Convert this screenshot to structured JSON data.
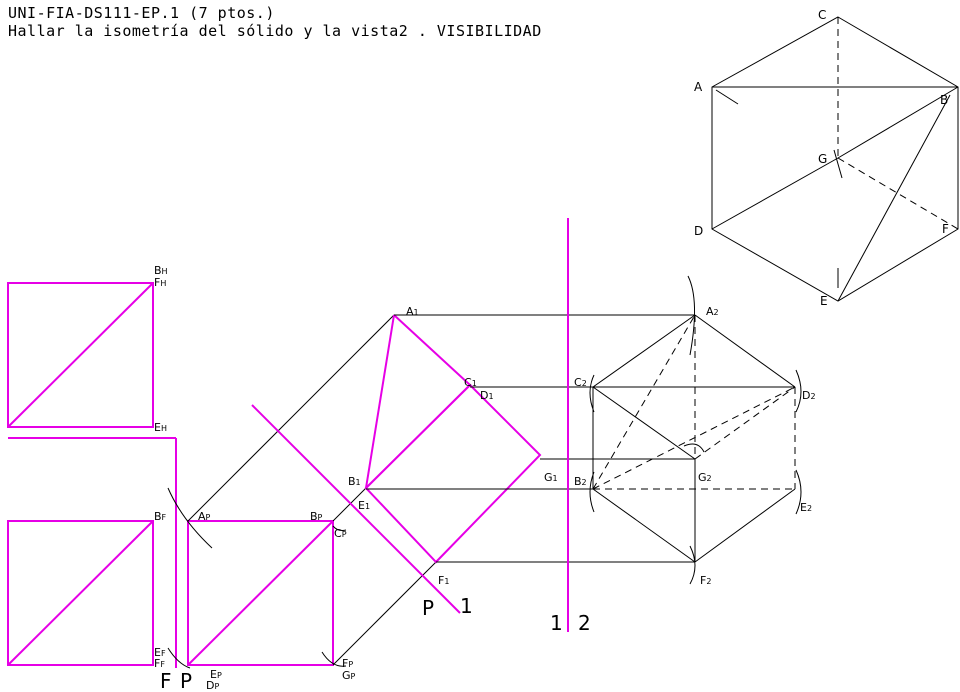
{
  "header": {
    "line1": "UNI-FIA-DS111-EP.1 (7 ptos.)",
    "line2": "Hallar la isometría del sólido y la vista2 . VISIBILIDAD"
  },
  "colors": {
    "construction": "#000000",
    "view_lines": "#e600e6"
  },
  "hex_view": {
    "labels": {
      "C": "C",
      "A": "A",
      "B": "B",
      "G": "G",
      "D": "D",
      "F": "F",
      "E": "E"
    }
  },
  "top_view": {
    "labels": {
      "bh": "B",
      "bh_sub": "H",
      "fh": "F",
      "fh_sub": "H",
      "eh": "E",
      "eh_sub": "H"
    }
  },
  "front_view": {
    "labels": {
      "bf": "B",
      "bf_sub": "F",
      "ef": "E",
      "ef_sub": "F",
      "ff": "F",
      "ff_sub": "F"
    }
  },
  "profile_view": {
    "labels": {
      "ap": "A",
      "ap_sub": "P",
      "bp": "B",
      "bp_sub": "P",
      "cp": "C",
      "cp_sub": "P",
      "ep": "E",
      "ep_sub": "P",
      "dp": "D",
      "dp_sub": "P",
      "fp": "F",
      "fp_sub": "P",
      "gp": "G",
      "gp_sub": "P"
    }
  },
  "view1": {
    "labels": {
      "a1": "A",
      "c1": "C",
      "d1": "D",
      "b1": "B",
      "e1": "E",
      "g1": "G",
      "f1": "F",
      "sub": "1"
    }
  },
  "view2": {
    "labels": {
      "a2": "A",
      "c2": "C",
      "d2": "D",
      "b2": "B",
      "g2": "G",
      "e2": "E",
      "f2": "F",
      "sub": "2"
    }
  },
  "fold_lines": {
    "fp_left": "F",
    "fp_right": "P",
    "p1_left": "P",
    "p1_right": "1",
    "l12_left": "1",
    "l12_right": "2"
  }
}
